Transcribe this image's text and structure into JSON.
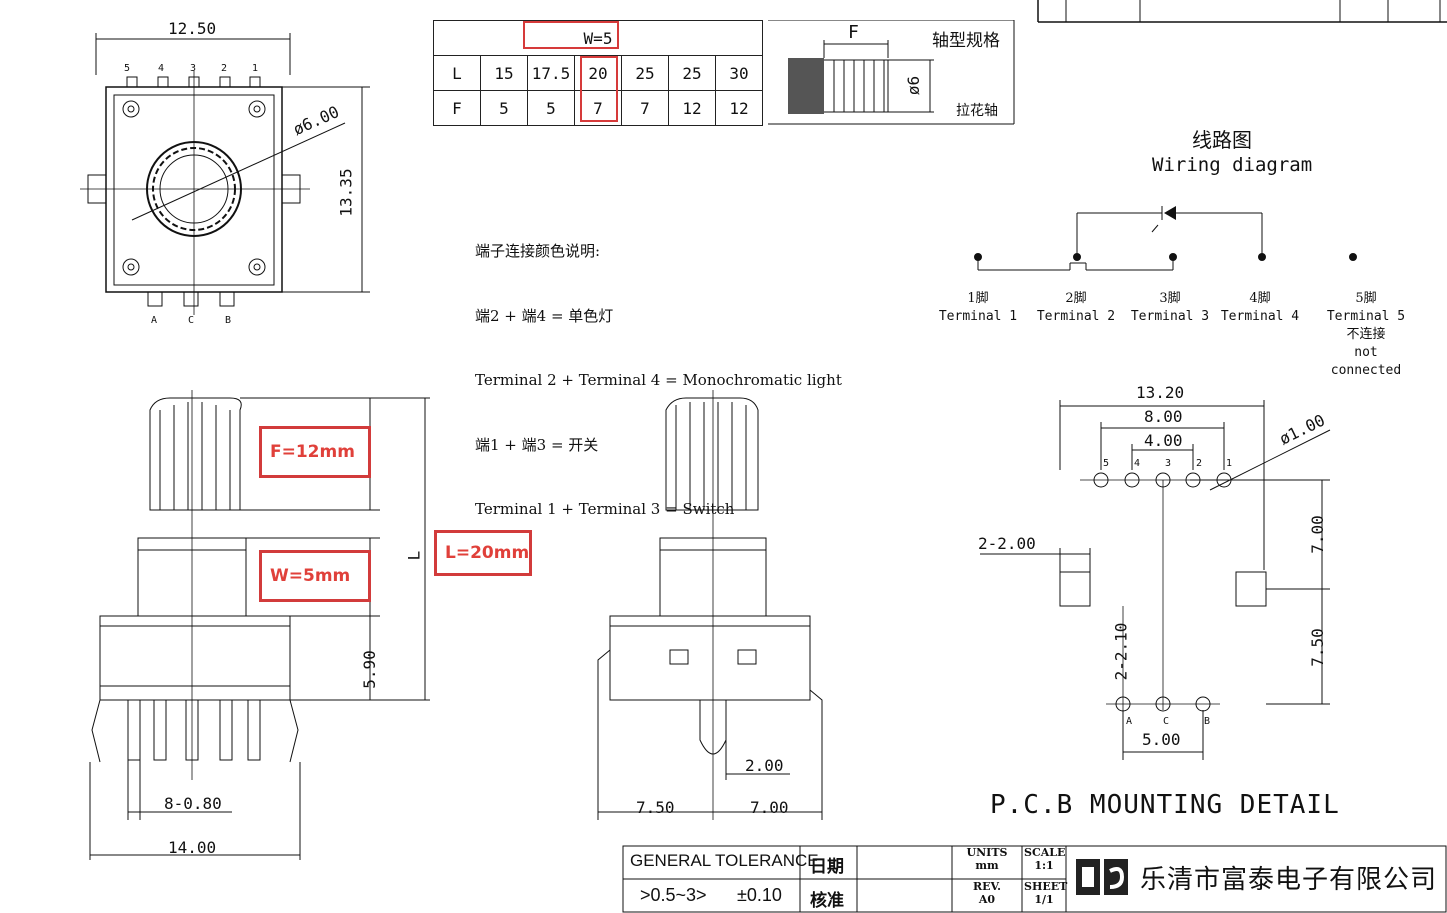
{
  "spec_table": {
    "w_header": "W=5",
    "rows": [
      {
        "label": "L",
        "values": [
          "15",
          "17.5",
          "20",
          "25",
          "25",
          "30"
        ]
      },
      {
        "label": "F",
        "values": [
          "5",
          "5",
          "7",
          "7",
          "12",
          "12"
        ]
      }
    ],
    "highlight_column": 2
  },
  "shaft_spec": {
    "title": "轴型规格",
    "dim_f": "F",
    "dim_dia": "ø6",
    "shaft_type": "拉花轴"
  },
  "top_view": {
    "width": "12.50",
    "height": "13.35",
    "diameter": "ø6.00",
    "pin_numbers": [
      "5",
      "4",
      "3",
      "2",
      "1"
    ],
    "pin_letters": [
      "A",
      "C",
      "B"
    ]
  },
  "terminal_notes": [
    "端子连接颜色说明:",
    "端2 + 端4 = 单色灯",
    "Terminal 2 + Terminal 4 = Monochromatic light",
    "端1 + 端3 = 开关",
    "Terminal 1 + Terminal 3 = Switch"
  ],
  "wiring": {
    "title_cn": "线路图",
    "title_en": "Wiring diagram",
    "terminals": [
      {
        "cn": "1脚",
        "en": "Terminal 1"
      },
      {
        "cn": "2脚",
        "en": "Terminal 2"
      },
      {
        "cn": "3脚",
        "en": "Terminal 3"
      },
      {
        "cn": "4脚",
        "en": "Terminal 4"
      },
      {
        "cn": "5脚",
        "en": "Terminal 5",
        "cn2": "不连接",
        "en2": "not connected"
      }
    ]
  },
  "side_view": {
    "annotations": {
      "f": "F=12mm",
      "w": "W=5mm",
      "l": "L=20mm"
    },
    "dim_letters": {
      "f": "F",
      "w": "W",
      "l": "L"
    },
    "dim_590": "5.90",
    "dim_pins": "8-0.80",
    "dim_width": "14.00"
  },
  "front_view": {
    "dim_200": "2.00",
    "dim_750": "7.50",
    "dim_700": "7.00"
  },
  "pcb": {
    "title": "P.C.B MOUNTING DETAIL",
    "d1320": "13.20",
    "d800": "8.00",
    "d400": "4.00",
    "d100": "ø1.00",
    "d2200": "2-2.00",
    "d700": "7.00",
    "d750": "7.50",
    "d2210": "2-2.10",
    "d500": "5.00",
    "pins_top": [
      "5",
      "4",
      "3",
      "2",
      "1"
    ],
    "pins_bottom": [
      "A",
      "C",
      "B"
    ]
  },
  "title_block": {
    "tolerance_label": "GENERAL TOLERANCE",
    "tolerance_range": ">0.5~3>",
    "tolerance_value": "±0.10",
    "date_label": "日期",
    "check_label": "核准",
    "units_label": "UNITS",
    "units_value": "mm",
    "scale_label": "SCALE",
    "scale_value": "1:1",
    "rev_label": "REV.",
    "rev_value": "A0",
    "sheet_label": "SHEET",
    "sheet_value": "1/1",
    "company": "乐清市富泰电子有限公司"
  },
  "colors": {
    "annotation": "#d63a3a",
    "line": "#111111"
  }
}
